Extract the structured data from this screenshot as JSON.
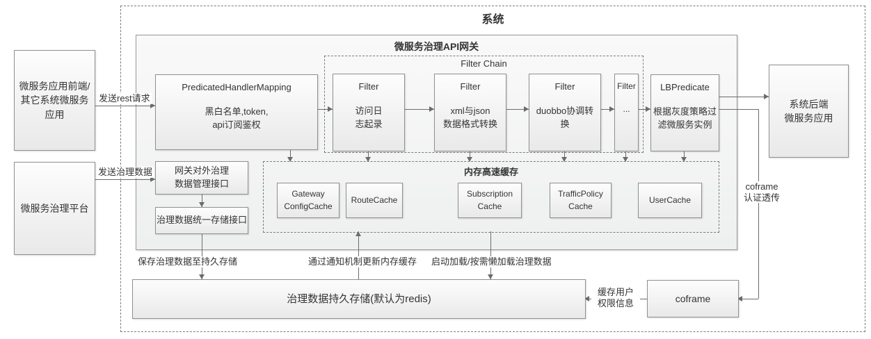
{
  "colors": {
    "background": "#ffffff",
    "node_border": "#8f8f8f",
    "node_fill_top": "#fdfdfd",
    "node_fill_bottom": "#e9e9e9",
    "panel_fill": "#f1f2f1",
    "dashed_border": "#7a7a7a",
    "connector": "#6b6b6b",
    "text": "#333333"
  },
  "system": {
    "title": "系统"
  },
  "gateway": {
    "title": "微服务治理API网关"
  },
  "filter_chain": {
    "title": "Filter Chain",
    "filters": [
      {
        "title": "Filter",
        "body": "访问日\n志起录"
      },
      {
        "title": "Filter",
        "body": "xml与json\n数据格式转换"
      },
      {
        "title": "Filter",
        "body": "duobbo协调转\n换"
      },
      {
        "title": "Filter",
        "body": "..."
      }
    ]
  },
  "cache_area": {
    "title": "内存高速缓存",
    "caches": [
      "Gateway\nConfigCache",
      "RouteCache",
      "Subscription\nCache",
      "TrafficPolicy\nCache",
      "UserCache"
    ]
  },
  "nodes": {
    "frontend": {
      "label": "微服务应用前端/\n其它系统微服务\n应用"
    },
    "governance_platform": {
      "label": "微服务治理平台"
    },
    "backend": {
      "label": "系统后端\n微服务应用"
    },
    "phm": {
      "title": "PredicatedHandlerMapping",
      "body": "黑白名单,token,\napi订阅鉴权"
    },
    "lb_predicate": {
      "title": "LBPredicate",
      "body": "根据灰度策略过\n滤微服务实例"
    },
    "gov_data_mgmt": {
      "label": "网关对外治理\n数据管理接口"
    },
    "gov_data_store": {
      "label": "治理数据统一存储接口"
    },
    "persistent_store": {
      "label": "治理数据持久存储(默认为redis)"
    },
    "coframe": {
      "label": "coframe"
    }
  },
  "edge_labels": {
    "send_rest": "发送rest请求",
    "send_governance": "发送治理数据",
    "save_persist": "保存治理数据至持久存储",
    "notify_update": "通过通知机制更新内存缓存",
    "startup_load": "启动加载/按需懒加载治理数据",
    "cache_user": "缓存用户\n权限信息",
    "coframe_auth": "coframe\n认证透传"
  }
}
